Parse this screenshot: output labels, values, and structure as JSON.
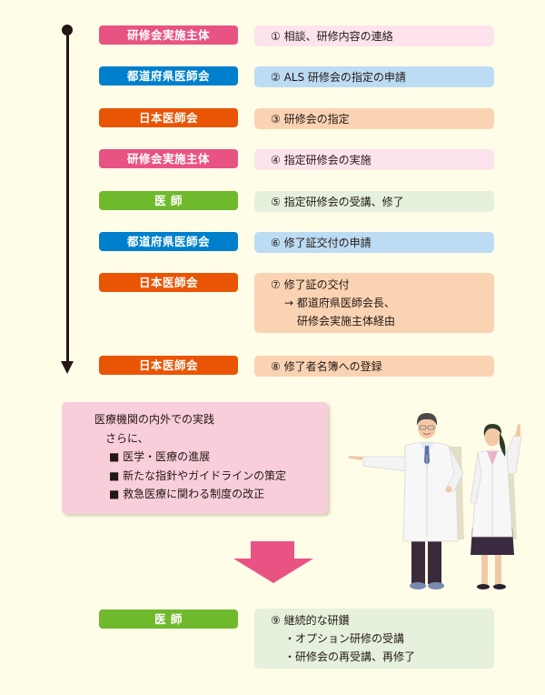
{
  "colors": {
    "background": "#fffde8",
    "timeline": "#231815",
    "pink_tag": "#e95383",
    "blue_tag": "#0080cc",
    "orange_tag": "#ea5505",
    "green_tag": "#6fb92c",
    "pink_box": "#fde3ec",
    "blue_box": "#bcdcf3",
    "orange_box": "#fad3b3",
    "green_box": "#e5f1dc",
    "practice_box": "#f9cedb",
    "down_arrow": "#e95383"
  },
  "steps": [
    {
      "actor": "研修会実施主体",
      "number": "①",
      "lines": [
        "相談、研修内容の連絡"
      ],
      "color": "pink"
    },
    {
      "actor": "都道府県医師会",
      "number": "②",
      "lines": [
        "ALS 研修会の指定の申請"
      ],
      "color": "blue"
    },
    {
      "actor": "日本医師会",
      "number": "③",
      "lines": [
        "研修会の指定"
      ],
      "color": "orange"
    },
    {
      "actor": "研修会実施主体",
      "number": "④",
      "lines": [
        "指定研修会の実施"
      ],
      "color": "pink"
    },
    {
      "actor": "医 師",
      "number": "⑤",
      "lines": [
        "指定研修会の受講、修了"
      ],
      "color": "green"
    },
    {
      "actor": "都道府県医師会",
      "number": "⑥",
      "lines": [
        "修了証交付の申請"
      ],
      "color": "blue"
    },
    {
      "actor": "日本医師会",
      "number": "⑦",
      "lines": [
        "修了証の交付",
        "→ 都道府県医師会長、",
        "研修会実施主体経由"
      ],
      "color": "orange"
    },
    {
      "actor": "日本医師会",
      "number": "⑧",
      "lines": [
        "修了者名簿への登録"
      ],
      "color": "orange"
    }
  ],
  "practice": {
    "title": "医療機関の内外での実践",
    "sub": "さらに、",
    "bullets": [
      "■ 医学・医療の進展",
      "■ 新たな指針やガイドラインの策定",
      "■ 救急医療に関わる制度の改正"
    ]
  },
  "final_step": {
    "actor": "医 師",
    "number": "⑨",
    "lines": [
      "継続的な研鑽",
      "・オプション研修の受講",
      "・研修会の再受講、再修了"
    ],
    "color": "green"
  },
  "illustration": {
    "alt": "Two doctors in white coats, one pointing left, one raising a finger"
  }
}
